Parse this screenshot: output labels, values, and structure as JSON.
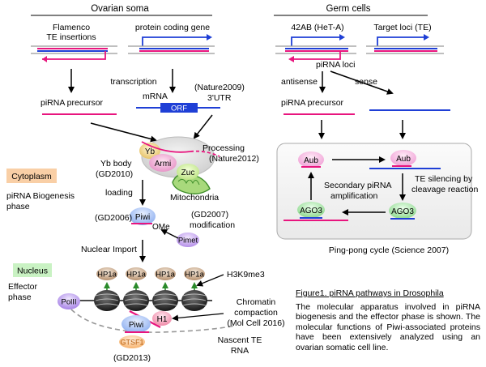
{
  "soma": {
    "title": "Ovarian soma",
    "flamenco_line1": "Flamenco",
    "flamenco_line2": "TE insertions",
    "protein_coding": "protein coding gene",
    "transcription": "transcription",
    "pirna_precursor": "piRNA precursor",
    "mrna": "mRNA",
    "orf": "ORF",
    "nature2009": "(Nature2009)",
    "utr": "3'UTR",
    "yb": "Yb",
    "armi": "Armi",
    "zuc": "Zuc",
    "processing": "Processing",
    "nature2012": "(Nature2012)",
    "yb_body": "Yb body",
    "gd2010": "(GD2010)",
    "mitochondria": "Mitochondria",
    "loading": "loading",
    "piwi": "Piwi",
    "gd2006": "(GD2006)",
    "ome": "OMe",
    "gd2007": "(GD2007)",
    "modification": "modification",
    "pimet": "Pimet",
    "nuclear_import": "Nuclear Import",
    "hp1a": "HP1a",
    "h3k9me3": "H3K9me3",
    "polii": "PolII",
    "h1": "H1",
    "chromatin1": "Chromatin",
    "chromatin2": "compaction",
    "molcell": "(Mol Cell 2016)",
    "gtsf1": "GTSF1",
    "gd2013": "(GD2013)",
    "nascent1": "Nascent TE",
    "nascent2": "RNA"
  },
  "labels": {
    "cytoplasm": "Cytoplasm",
    "biogenesis1": "piRNA Biogenesis",
    "biogenesis2": "phase",
    "nucleus": "Nucleus",
    "effector1": "Effector",
    "effector2": "phase"
  },
  "germ": {
    "title": "Germ cells",
    "locus_42ab": "42AB (HeT-A)",
    "target_loci": "Target loci (TE)",
    "pirna_loci": "piRNA loci",
    "antisense": "antisense",
    "sense": "sense",
    "pirna_precursor": "piRNA precursor",
    "aub": "Aub",
    "ago3": "AGO3",
    "silencing1": "TE silencing by",
    "silencing2": "cleavage reaction",
    "secondary1": "Secondary piRNA",
    "secondary2": "amplification",
    "pingpong": "Ping-pong cycle (Science 2007)"
  },
  "caption": {
    "title": "Figure1. piRNA pathways in Drosophila",
    "body": "The molecular apparatus involved in piRNA biogenesis and the effector phase is shown. The molecular functions of Piwi-associated proteins have been extensively analyzed using an ovarian somatic cell line."
  },
  "colors": {
    "pink": "#e8157e",
    "blue": "#1f3fd6",
    "cytoplasm_box": "#f9cfa6",
    "nucleus_box": "#c9f2c3"
  }
}
